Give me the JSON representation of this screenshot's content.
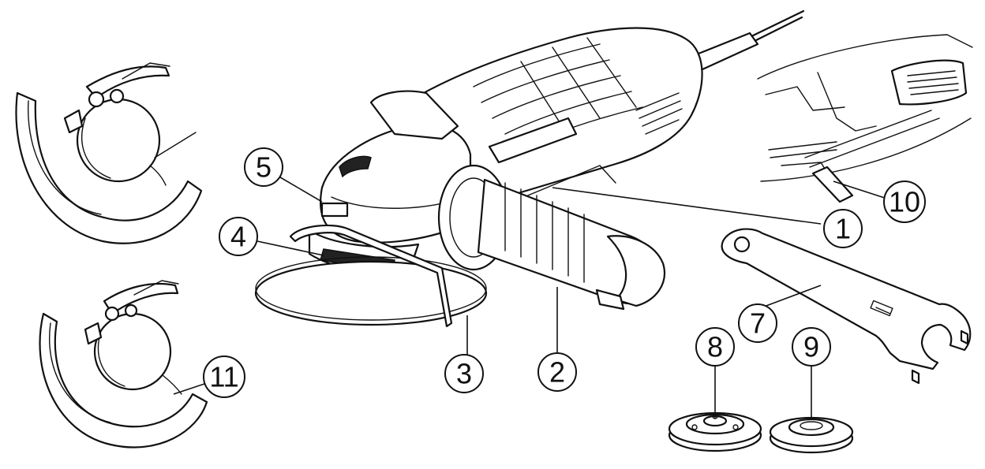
{
  "callouts": [
    {
      "id": "1",
      "label": "1"
    },
    {
      "id": "2",
      "label": "2"
    },
    {
      "id": "3",
      "label": "3"
    },
    {
      "id": "4",
      "label": "4"
    },
    {
      "id": "5",
      "label": "5"
    },
    {
      "id": "7",
      "label": "7"
    },
    {
      "id": "8",
      "label": "8"
    },
    {
      "id": "9",
      "label": "9"
    },
    {
      "id": "10",
      "label": "10"
    },
    {
      "id": "11",
      "label": "11"
    }
  ]
}
